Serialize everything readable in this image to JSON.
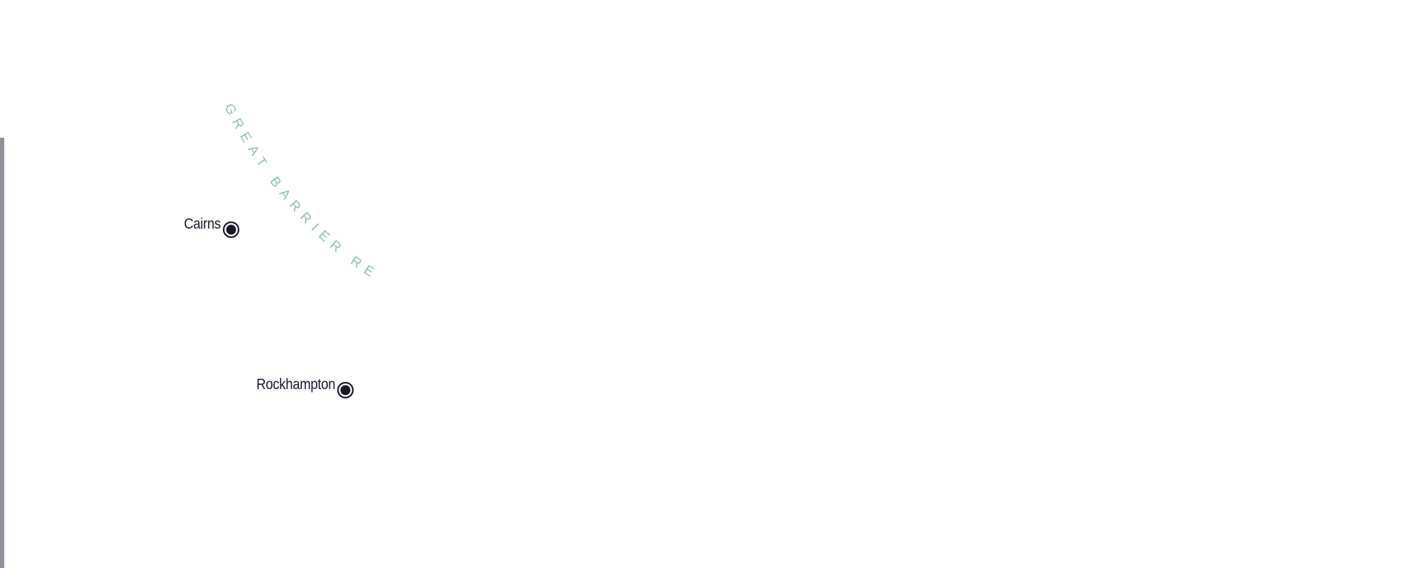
{
  "map": {
    "features": [
      {
        "id": "great-barrier-reef",
        "label": "GREAT BARRIER REEF",
        "type": "reef",
        "color": "#8dbdb8"
      }
    ],
    "cities": [
      {
        "id": "cairns",
        "name": "Cairns",
        "marker_icon": "city-dot-icon"
      },
      {
        "id": "rockhampton",
        "name": "Rockhampton",
        "marker_icon": "city-dot-icon"
      }
    ],
    "colors": {
      "background": "#ffffff",
      "city_text": "#15192a",
      "marker_fill": "#15192a",
      "edge": "#8e929b"
    }
  }
}
